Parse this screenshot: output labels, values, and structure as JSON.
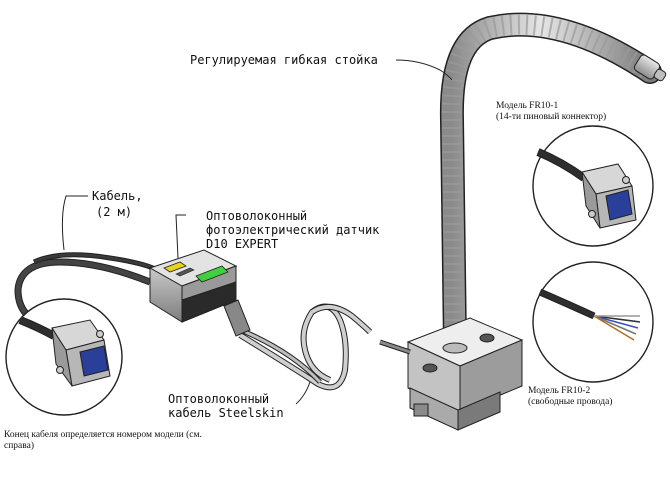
{
  "labels": {
    "gooseneck": "Регулируемая гибкая стойка",
    "cable_line1": "Кабель,",
    "cable_line2": "(2 м)",
    "sensor_line1": "Оптоволоконный",
    "sensor_line2": "фотоэлектрический датчик",
    "sensor_line3": "D10 EXPERT",
    "fiber_line1": "Оптоволоконный",
    "fiber_line2": "кабель Steelskin",
    "model1_line1": "Модель FR10-1",
    "model1_line2": "(14-ти пиновый коннектор)",
    "model2_line1": "Модель FR10-2",
    "model2_line2": "(свободные провода)",
    "cable_end_line1": "Конец кабеля определяется номером модели (см.",
    "cable_end_line2": "справа)"
  },
  "colors": {
    "line": "#222222",
    "metal_light": "#d9d9d9",
    "metal_mid": "#a8a8a8",
    "metal_dark": "#6e6e6e",
    "connector_blue": "#2a3f9a",
    "sensor_green": "#3fcf3f",
    "sensor_yellow": "#e8d21e"
  }
}
